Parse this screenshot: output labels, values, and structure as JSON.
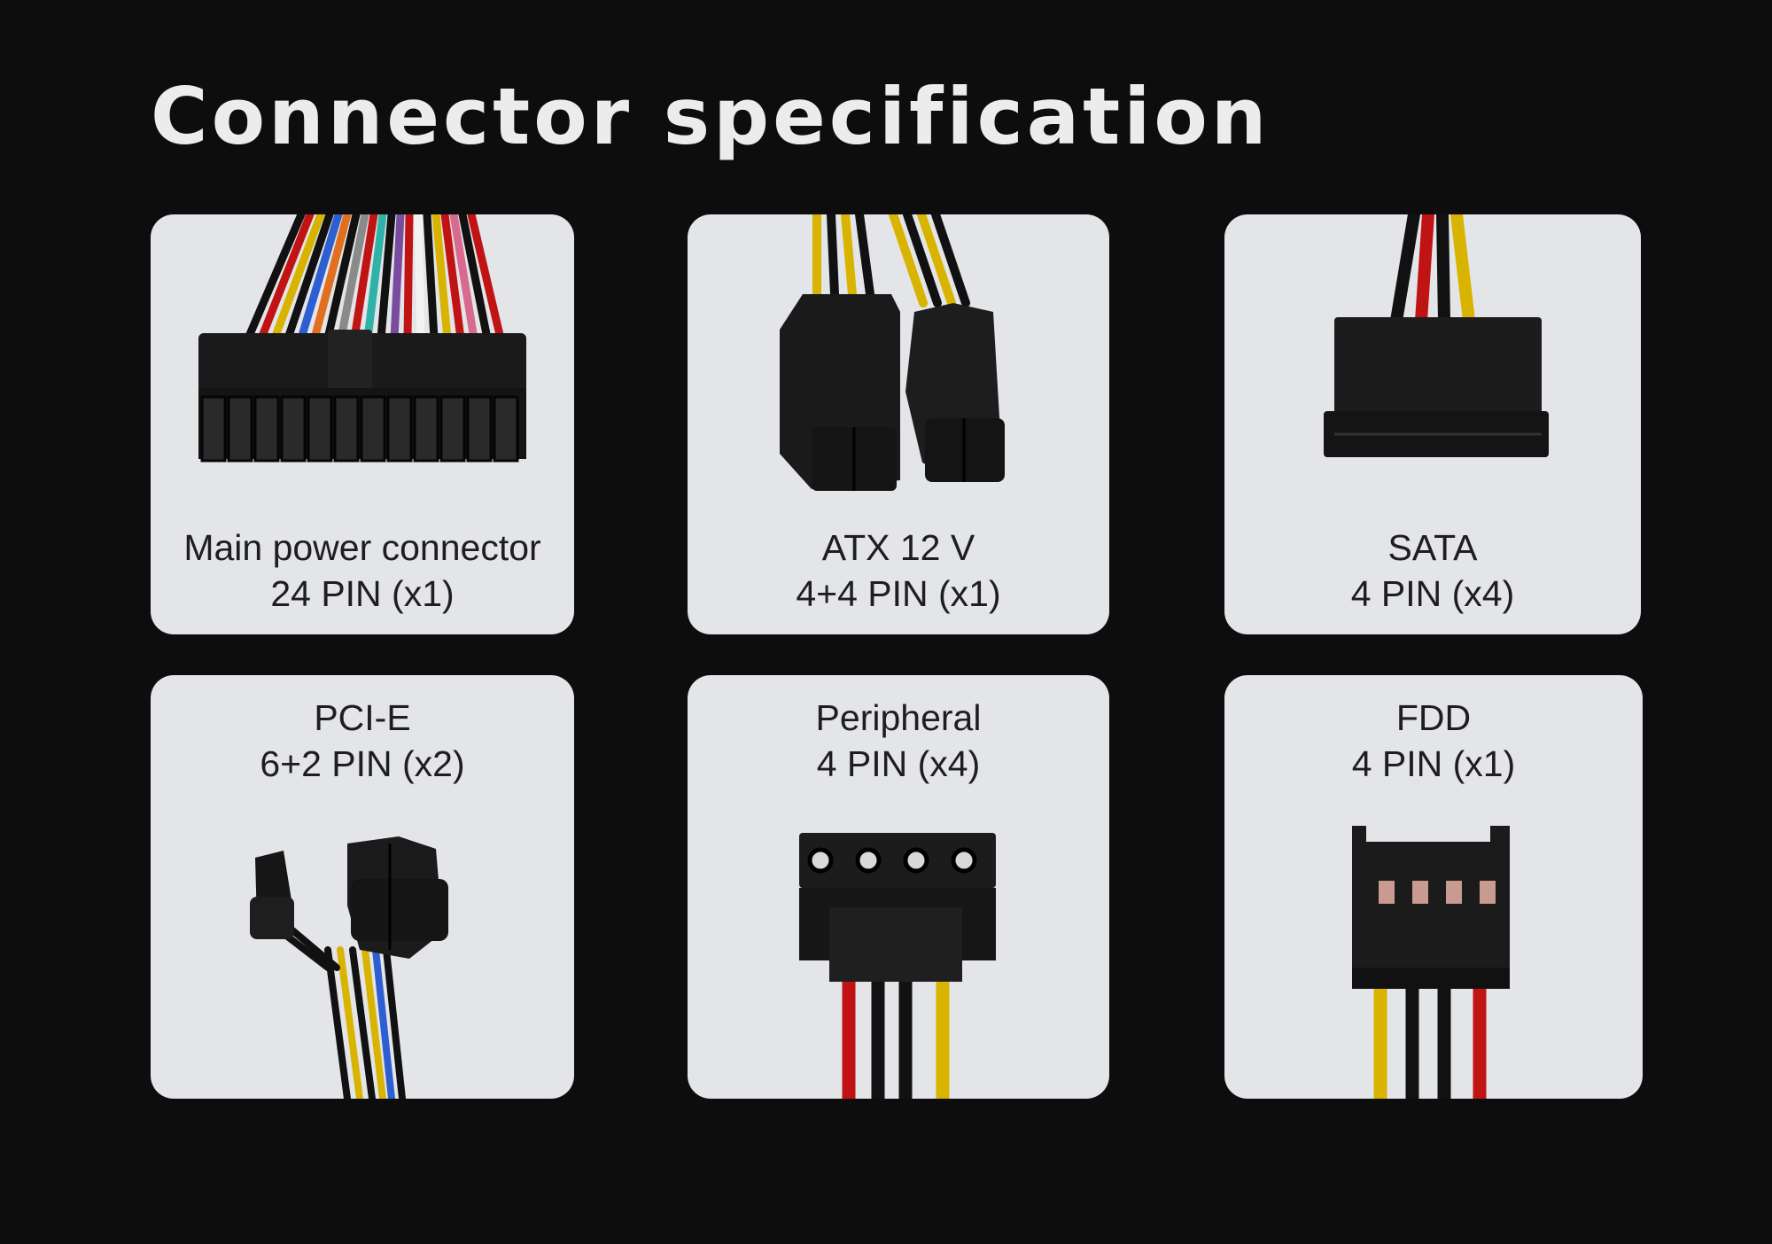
{
  "title": "Connector specification",
  "colors": {
    "background": "#0d0d0d",
    "card": "#e4e5e8",
    "text": "#1e1e1e",
    "connector": "#1a1a1a",
    "wire_yellow": "#d8b400",
    "wire_red": "#c01414",
    "wire_black": "#111111"
  },
  "connectors": [
    {
      "name": "Main power connector",
      "pins": "24 PIN (x1)",
      "icon": "atx-24pin-connector-icon"
    },
    {
      "name": "ATX 12 V",
      "pins": "4+4 PIN (x1)",
      "icon": "atx-12v-4plus4-connector-icon"
    },
    {
      "name": "SATA",
      "pins": "4 PIN (x4)",
      "icon": "sata-connector-icon"
    },
    {
      "name": "PCI-E",
      "pins": "6+2 PIN (x2)",
      "icon": "pcie-6plus2-connector-icon"
    },
    {
      "name": "Peripheral",
      "pins": "4 PIN (x4)",
      "icon": "molex-peripheral-connector-icon"
    },
    {
      "name": "FDD",
      "pins": "4 PIN (x1)",
      "icon": "fdd-connector-icon"
    }
  ]
}
